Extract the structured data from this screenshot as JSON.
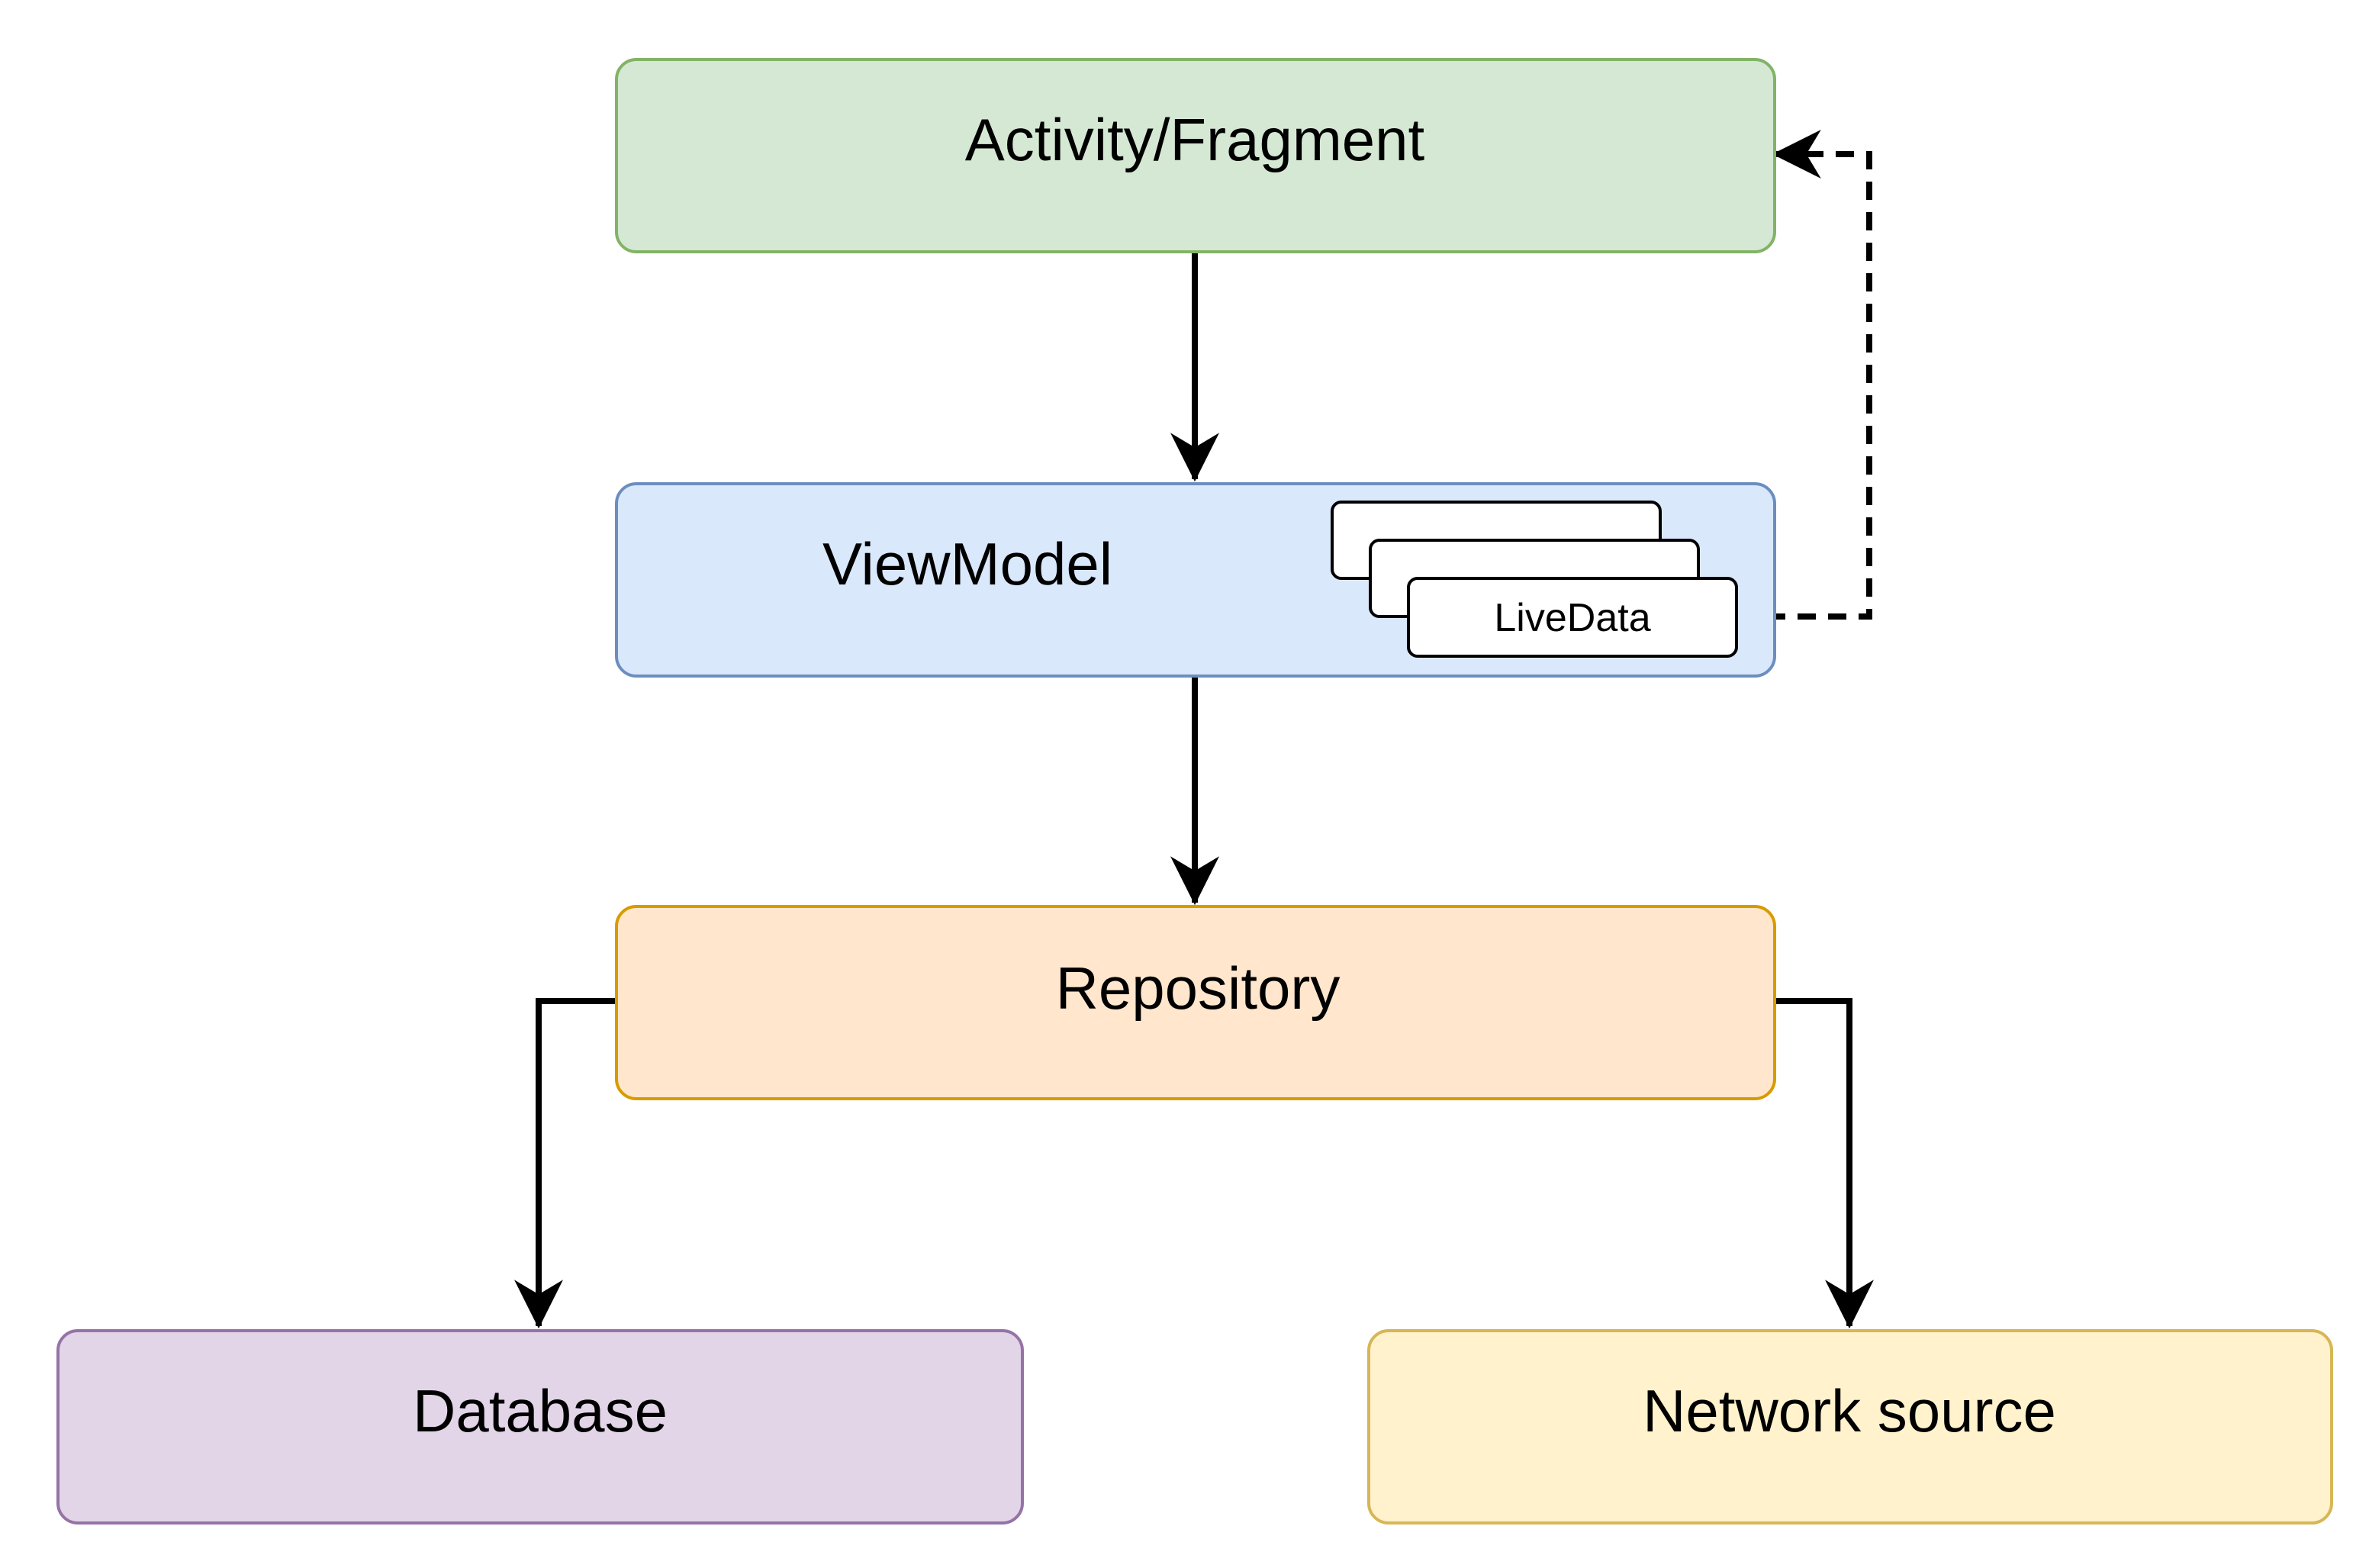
{
  "nodes": {
    "activity": {
      "label": "Activity/Fragment",
      "fill": "#d5e8d4",
      "stroke": "#82b366"
    },
    "viewmodel": {
      "label": "ViewModel",
      "fill": "#dae8fc",
      "stroke": "#6c8ebf"
    },
    "livedata": {
      "label": "LiveData",
      "fill": "#ffffff",
      "stroke": "#000000"
    },
    "repository": {
      "label": "Repository",
      "fill": "#ffe6cc",
      "stroke": "#d79b00"
    },
    "database": {
      "label": "Database",
      "fill": "#e1d5e7",
      "stroke": "#9673a6"
    },
    "network": {
      "label": "Network source",
      "fill": "#fff2cc",
      "stroke": "#d6b656"
    }
  },
  "edges": [
    {
      "from": "activity",
      "to": "viewmodel",
      "style": "solid"
    },
    {
      "from": "viewmodel",
      "to": "repository",
      "style": "solid"
    },
    {
      "from": "repository",
      "to": "database",
      "style": "solid"
    },
    {
      "from": "repository",
      "to": "network",
      "style": "solid"
    },
    {
      "from": "livedata",
      "to": "activity",
      "style": "dashed"
    }
  ]
}
